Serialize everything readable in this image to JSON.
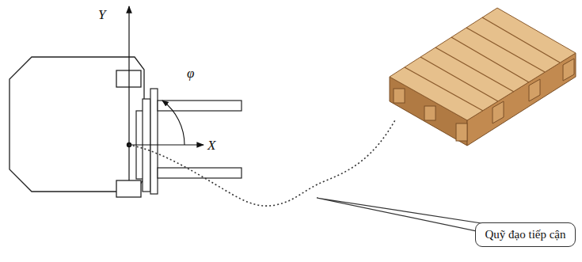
{
  "diagram": {
    "nodes": [
      {
        "text": [
          "Quỹ đạo tiếp cận"
        ]
      }
    ],
    "labels": [
      "Y",
      "φ",
      "X"
    ]
  }
}
